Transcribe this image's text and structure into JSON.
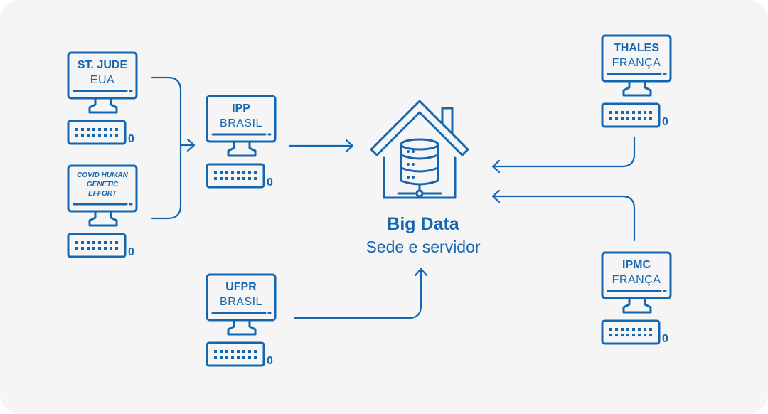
{
  "colors": {
    "primary": "#1466b1",
    "background": "#f5f5f5"
  },
  "center": {
    "title": "Big Data",
    "subtitle": "Sede e servidor",
    "icon": "server-house-icon"
  },
  "nodes": [
    {
      "id": "st-jude",
      "line1": "ST. JUDE",
      "line2": "EUA",
      "badge": "0"
    },
    {
      "id": "covid-human-genetic-effort",
      "lines": [
        "COVID HUMAN",
        "GENETIC",
        "EFFORT"
      ],
      "badge": "0"
    },
    {
      "id": "ipp",
      "line1": "IPP",
      "line2": "BRASIL",
      "badge": "0"
    },
    {
      "id": "ufpr",
      "line1": "UFPR",
      "line2": "BRASIL",
      "badge": "0"
    },
    {
      "id": "thales",
      "line1": "THALES",
      "line2": "FRANÇA",
      "badge": "0"
    },
    {
      "id": "ipmc",
      "line1": "IPMC",
      "line2": "FRANÇA",
      "badge": "0"
    }
  ]
}
